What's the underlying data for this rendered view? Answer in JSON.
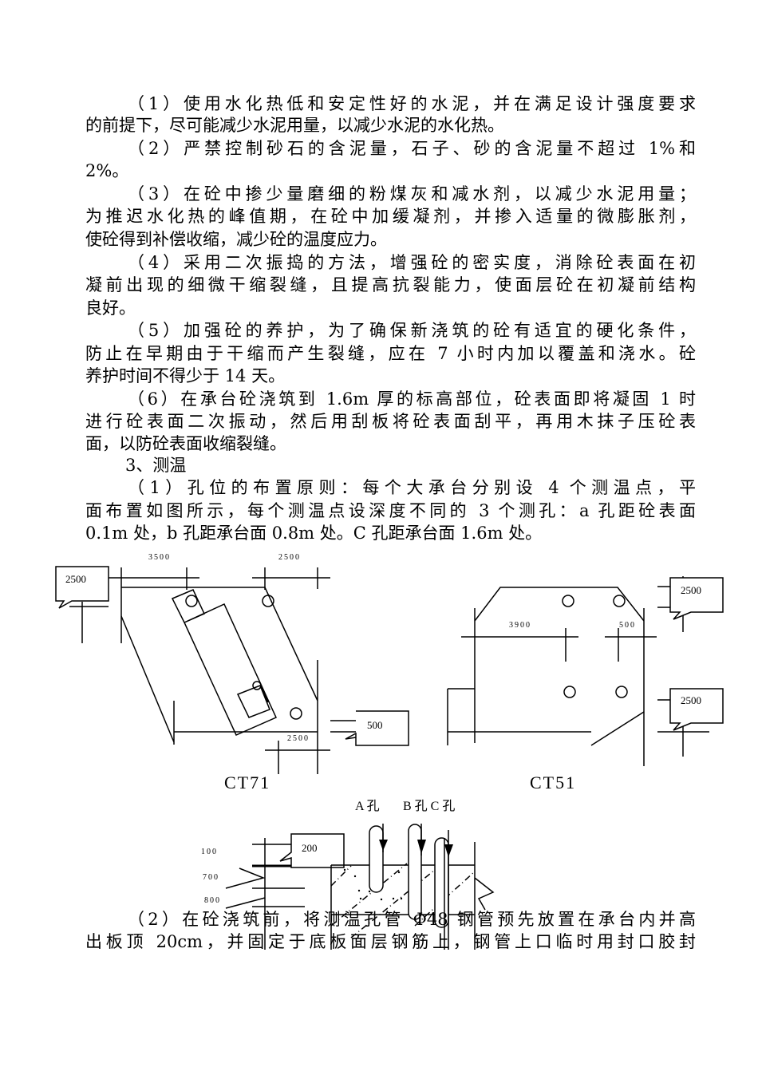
{
  "body": {
    "lines": [
      "（1）使用水化热低和安定性好的水泥，并在满足设计强度要求",
      "的前提下，尽可能减少水泥用量，以减少水泥的水化热。",
      "（2）严禁控制砂石的含泥量，石子、砂的含泥量不超过 1%和",
      "2%。",
      "（3）在砼中掺少量磨细的粉煤灰和减水剂，以减少水泥用量；",
      "为推迟水化热的峰值期，在砼中加缓凝剂，并掺入适量的微膨胀剂，",
      "使砼得到补偿收缩，减少砼的温度应力。",
      "（4）采用二次振捣的方法，增强砼的密实度，消除砼表面在初",
      "凝前出现的细微干缩裂缝，且提高抗裂能力，使面层砼在初凝前结构",
      "良好。",
      "（5）加强砼的养护，为了确保新浇筑的砼有适宜的硬化条件，",
      "防止在早期由于干缩而产生裂缝，应在 7 小时内加以覆盖和浇水。砼",
      "养护时间不得少于 14 天。",
      "（6）在承台砼浇筑到 1.6m 厚的标高部位，砼表面即将凝固 1 时",
      "进行砼表面二次振动，然后用刮板将砼表面刮平，再用木抹子压砼表",
      "面，以防砼表面收缩裂缝。",
      "3、测温",
      "（1）孔位的布置原则：每个大承台分别设 4 个测温点，平",
      "面布置如图所示，每个测温点设深度不同的 3 个测孔：a 孔距砼表面",
      "0.1m 处，b 孔距承台面 0.8m 处。C 孔距承台面 1.6m 处。",
      "（2）在砼浇筑前，将测温孔管 Φ48 钢管预先放置在承台内并高",
      "出板顶 20cm，并固定于底板面层钢筋上，钢管上口临时用封口胶封"
    ]
  },
  "ct71": {
    "caption": "CT71",
    "dim_top_left": "3500",
    "dim_top_right": "2500",
    "dim_bottom": "2500",
    "callout_left": "2500",
    "callout_right": "500"
  },
  "ct51": {
    "caption": "CT51",
    "dim_left": "3900",
    "dim_right": "500",
    "callout_top": "2500",
    "callout_bottom": "2500"
  },
  "section": {
    "hole_a": "A 孔",
    "hole_bc": "B 孔 C 孔",
    "depth_1": "100",
    "depth_2": "700",
    "depth_3": "800",
    "callout": "200"
  }
}
